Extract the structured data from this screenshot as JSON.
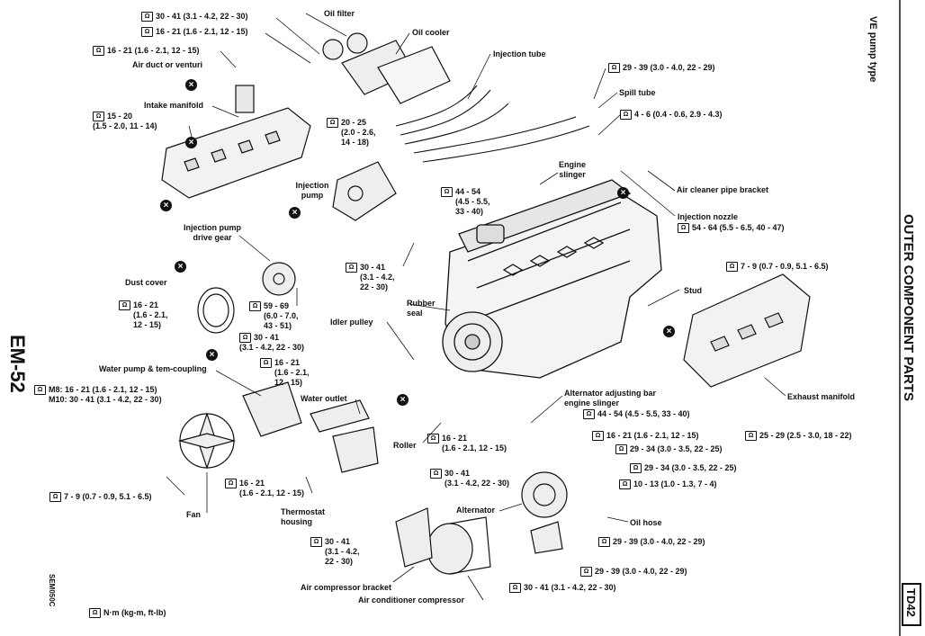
{
  "page": {
    "number": "EM-52",
    "section": "OUTER COMPONENT PARTS",
    "variant": "VE pump type",
    "model": "TD42",
    "code": "SEM050C",
    "legend": "N·m (kg-m, ft-lb)"
  },
  "labels": {
    "oil_filter": "Oil filter",
    "oil_cooler": "Oil cooler",
    "injection_tube": "Injection tube",
    "air_duct": "Air duct or venturi",
    "intake_manifold": "Intake manifold",
    "spill_tube": "Spill tube",
    "engine_slinger": "Engine slinger",
    "injection_pump": "Injection pump",
    "air_cleaner_pipe_bracket": "Air cleaner pipe bracket",
    "injection_nozzle": "Injection nozzle",
    "injection_pump_drive_gear": "Injection pump drive gear",
    "dust_cover": "Dust cover",
    "rubber_seal": "Rubber seal",
    "idler_pulley": "Idler pulley",
    "stud": "Stud",
    "water_pump": "Water pump & tem-coupling",
    "water_outlet": "Water outlet",
    "exhaust_manifold": "Exhaust manifold",
    "alternator_bar": "Alternator adjusting bar",
    "engine_slinger2": "engine slinger",
    "roller": "Roller",
    "thermostat_housing": "Thermostat housing",
    "fan": "Fan",
    "alternator": "Alternator",
    "oil_hose": "Oil hose",
    "air_compressor_bracket": "Air compressor bracket",
    "ac_compressor": "Air conditioner compressor"
  },
  "torques": {
    "t1": "30 - 41 (3.1 - 4.2, 22 - 30)",
    "t2": "16 - 21 (1.6 - 2.1, 12 - 15)",
    "t3": "16 - 21 (1.6 - 2.1, 12 - 15)",
    "t4a": "15 - 20",
    "t4b": "(1.5 - 2.0, 11 - 14)",
    "t5a": "20 - 25",
    "t5b": "(2.0 - 2.6,",
    "t5c": "14 - 18)",
    "t6": "29 - 39 (3.0 - 4.0, 22 - 29)",
    "t7": "4 - 6 (0.4 - 0.6, 2.9 - 4.3)",
    "t8a": "44 - 54",
    "t8b": "(4.5 - 5.5,",
    "t8c": "33 - 40)",
    "t9": "54 - 64 (5.5 - 6.5, 40 - 47)",
    "t10": "7 - 9 (0.7 - 0.9, 5.1 - 6.5)",
    "t11a": "30 - 41",
    "t11b": "(3.1 - 4.2,",
    "t11c": "22 - 30)",
    "t12a": "16 - 21",
    "t12b": "(1.6 - 2.1,",
    "t12c": "12 - 15)",
    "t13a": "59 - 69",
    "t13b": "(6.0 - 7.0,",
    "t13c": "43 - 51)",
    "t14a": "30 - 41",
    "t14b": "(3.1 - 4.2, 22 - 30)",
    "t15a": "16 - 21",
    "t15b": "(1.6 - 2.1,",
    "t15c": "12 - 15)",
    "t16a": "M8:  16 - 21 (1.6 - 2.1, 12 - 15)",
    "t16b": "M10: 30 - 41 (3.1 - 4.2, 22 - 30)",
    "t17": "44 - 54 (4.5 - 5.5, 33 - 40)",
    "t18": "25 - 29 (2.5 - 3.0, 18 - 22)",
    "t19": "16 - 21 (1.6 - 2.1, 12 - 15)",
    "t20a": "16 - 21",
    "t20b": "(1.6 - 2.1, 12 - 15)",
    "t21": "29 - 34 (3.0 - 3.5, 22 - 25)",
    "t22": "29 - 34 (3.0 - 3.5, 22 - 25)",
    "t23a": "30 - 41",
    "t23b": "(3.1 - 4.2, 22 - 30)",
    "t24": "10 - 13 (1.0 - 1.3, 7 - 4)",
    "t25a": "16 - 21",
    "t25b": "(1.6 - 2.1, 12 - 15)",
    "t26": "7 - 9 (0.7 - 0.9, 5.1 - 6.5)",
    "t27": "29 - 39 (3.0 - 4.0, 22 - 29)",
    "t28a": "30 - 41",
    "t28b": "(3.1 - 4.2,",
    "t28c": "22 - 30)",
    "t29": "29 - 39 (3.0 - 4.0, 22 - 29)",
    "t30": "30 - 41 (3.1 - 4.2, 22 - 30)"
  }
}
